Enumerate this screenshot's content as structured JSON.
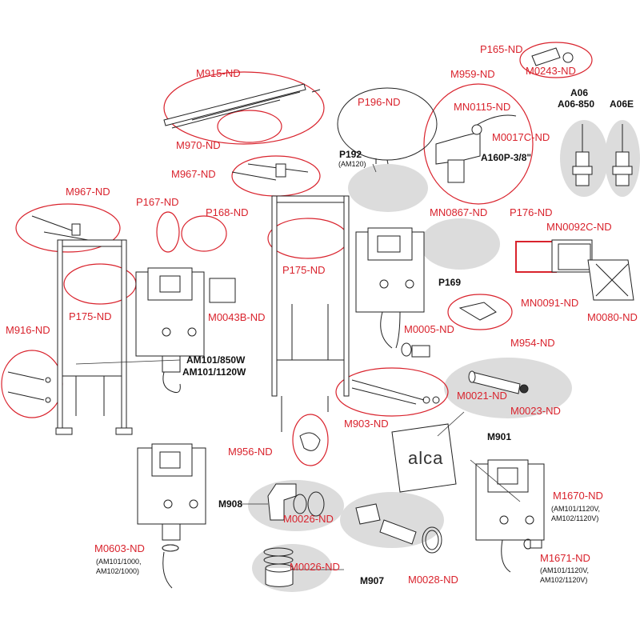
{
  "brand": "alca",
  "labels": {
    "p165": "P165-ND",
    "m0243": "M0243-ND",
    "m915": "M915-ND",
    "m970": "M970-ND",
    "p196": "P196-ND",
    "m959": "M959-ND",
    "mn0115": "MN0115-ND",
    "m0017c": "M0017C-ND",
    "a160p": "A160P-3/8\"",
    "a06": "A06",
    "a06_850": "A06-850",
    "a06e": "A06E",
    "p192": "P192",
    "p192_note": "(AM120)",
    "m967a": "M967-ND",
    "m967b": "M967-ND",
    "p167": "P167-ND",
    "p168": "P168-ND",
    "p175a": "P175-ND",
    "p175b": "P175-ND",
    "mn0867": "MN0867-ND",
    "p176": "P176-ND",
    "mn0092c": "MN0092C-ND",
    "p169": "P169",
    "mn0091": "MN0091-ND",
    "m0080": "M0080-ND",
    "m954": "M954-ND",
    "m0043b": "M0043B-ND",
    "m916": "M916-ND",
    "m0005": "M0005-ND",
    "am101_850": "AM101/850W",
    "am101_1120": "AM101/1120W",
    "m0021": "M0021-ND",
    "m0023": "M0023-ND",
    "m903": "M903-ND",
    "m901": "M901",
    "m956": "M956-ND",
    "m908": "M908",
    "m0026a": "M0026-ND",
    "m0026b": "M0026-ND",
    "m907": "M907",
    "m0028": "M0028-ND",
    "m1670": "M1670-ND",
    "m1670_note1": "(AM101/1120V,",
    "m1670_note2": "AM102/1120V)",
    "m1671": "M1671-ND",
    "m1671_note1": "(AM101/1120V,",
    "m1671_note2": "AM102/1120V)",
    "m0603": "M0603-ND",
    "m0603_note1": "(AM101/1000,",
    "m0603_note2": "AM102/1000)"
  },
  "colors": {
    "accent": "#d9232d",
    "ink": "#111111",
    "group_fill": "#dcdcdc"
  }
}
